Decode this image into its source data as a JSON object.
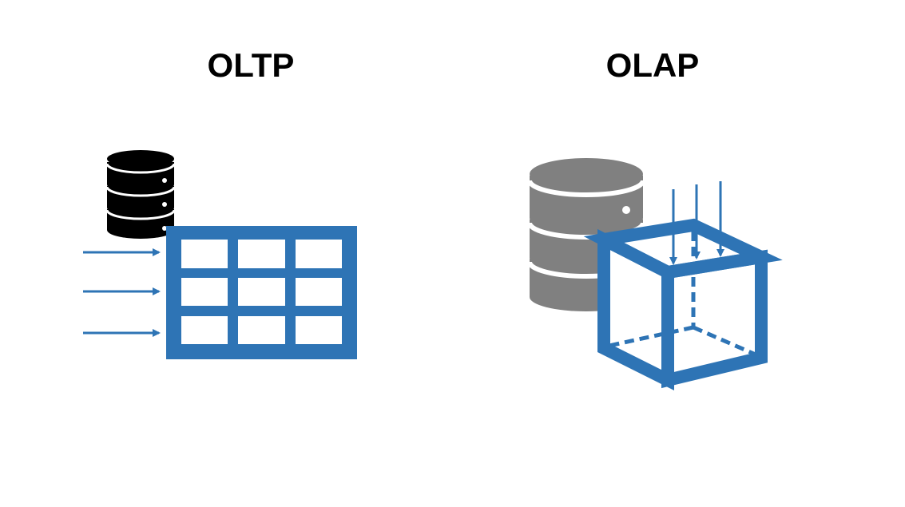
{
  "oltp": {
    "title": "OLTP",
    "database_icon": "database-icon",
    "table_icon": "table-grid-icon",
    "input_arrows": 3
  },
  "olap": {
    "title": "OLAP",
    "database_icon": "database-icon",
    "cube_icon": "cube-icon",
    "input_arrows": 3
  },
  "colors": {
    "accent": "#2E74B5",
    "oltp_database": "#000000",
    "olap_database": "#808080",
    "background": "#FFFFFF"
  }
}
